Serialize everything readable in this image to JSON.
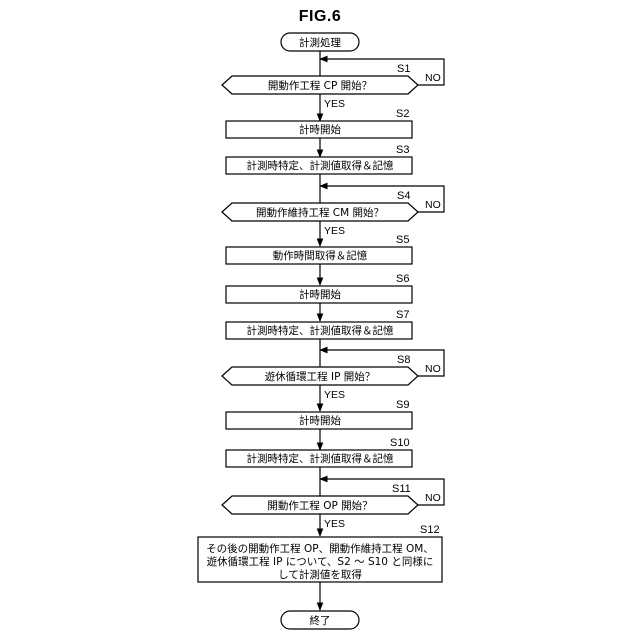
{
  "figure_title": "FIG.6",
  "start": "計測処理",
  "end": "終了",
  "yes_label": "YES",
  "no_label": "NO",
  "steps": [
    {
      "id": "S1",
      "type": "decision",
      "text": "開動作工程 CP 開始？"
    },
    {
      "id": "S2",
      "type": "process",
      "text": "計時開始"
    },
    {
      "id": "S3",
      "type": "process",
      "text": "計測時特定、計測値取得＆記憶"
    },
    {
      "id": "S4",
      "type": "decision",
      "text": "開動作維持工程 CM 開始？"
    },
    {
      "id": "S5",
      "type": "process",
      "text": "動作時間取得＆記憶"
    },
    {
      "id": "S6",
      "type": "process",
      "text": "計時開始"
    },
    {
      "id": "S7",
      "type": "process",
      "text": "計測時特定、計測値取得＆記憶"
    },
    {
      "id": "S8",
      "type": "decision",
      "text": "遊休循環工程 IP 開始？"
    },
    {
      "id": "S9",
      "type": "process",
      "text": "計時開始"
    },
    {
      "id": "S10",
      "type": "process",
      "text": "計測時特定、計測値取得＆記憶"
    },
    {
      "id": "S11",
      "type": "decision",
      "text": "開動作工程 OP 開始？"
    },
    {
      "id": "S12",
      "type": "process",
      "lines": [
        "その後の開動作工程 OP、開動作維持工程 OM、",
        "遊休循環工程 IP について、S2 ～ S10 と同様に",
        "して計測値を取得"
      ]
    }
  ]
}
